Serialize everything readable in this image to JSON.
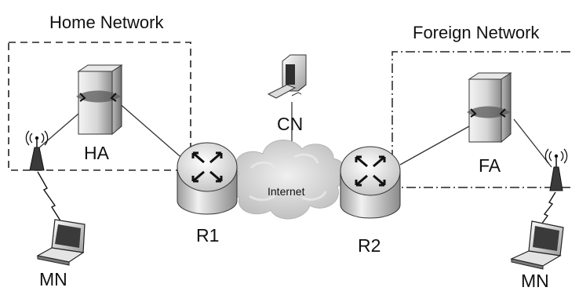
{
  "regions": {
    "home": {
      "label": "Home Network"
    },
    "foreign": {
      "label": "Foreign Network"
    }
  },
  "nodes": {
    "ha": {
      "label": "HA",
      "icon": "server-icon"
    },
    "fa": {
      "label": "FA",
      "icon": "server-icon"
    },
    "cn": {
      "label": "CN",
      "icon": "desktop-computer-icon"
    },
    "r1": {
      "label": "R1",
      "icon": "router-icon"
    },
    "r2": {
      "label": "R2",
      "icon": "router-icon"
    },
    "mn_home": {
      "label": "MN",
      "icon": "laptop-icon"
    },
    "mn_foreign": {
      "label": "MN",
      "icon": "laptop-icon"
    }
  },
  "cloud": {
    "label": "Internet",
    "icon": "cloud-icon"
  },
  "colors": {
    "line": "#222222",
    "device_light": "#f2f2f2",
    "device_dark": "#9a9a9a",
    "cloud": "#cfcfcf"
  }
}
